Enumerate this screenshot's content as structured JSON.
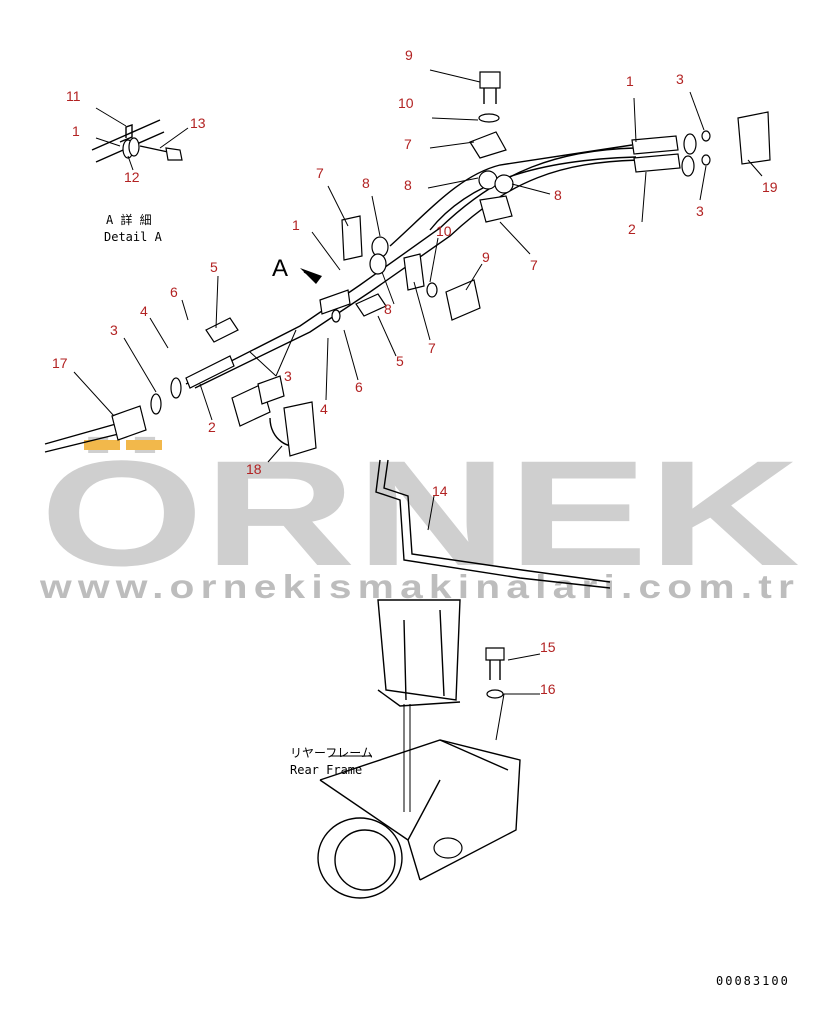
{
  "callouts": [
    "1",
    "2",
    "3",
    "4",
    "5",
    "6",
    "7",
    "8",
    "9",
    "10",
    "11",
    "12",
    "13",
    "14",
    "15",
    "16",
    "17",
    "18",
    "19"
  ],
  "detail": {
    "jp": "A 詳 細",
    "en": "Detail A"
  },
  "view_letter": "A",
  "rear_frame": {
    "jp": "リヤーフレーム",
    "en": "Rear Frame"
  },
  "drawing_number": "00083100",
  "watermark": {
    "brand": "ÖRNEK",
    "url": "www.ornekismakinalari.com.tr"
  },
  "colors": {
    "callout": "#b22222",
    "watermark": "#cfcfcf",
    "watermark_accent": "#f2b84b"
  }
}
